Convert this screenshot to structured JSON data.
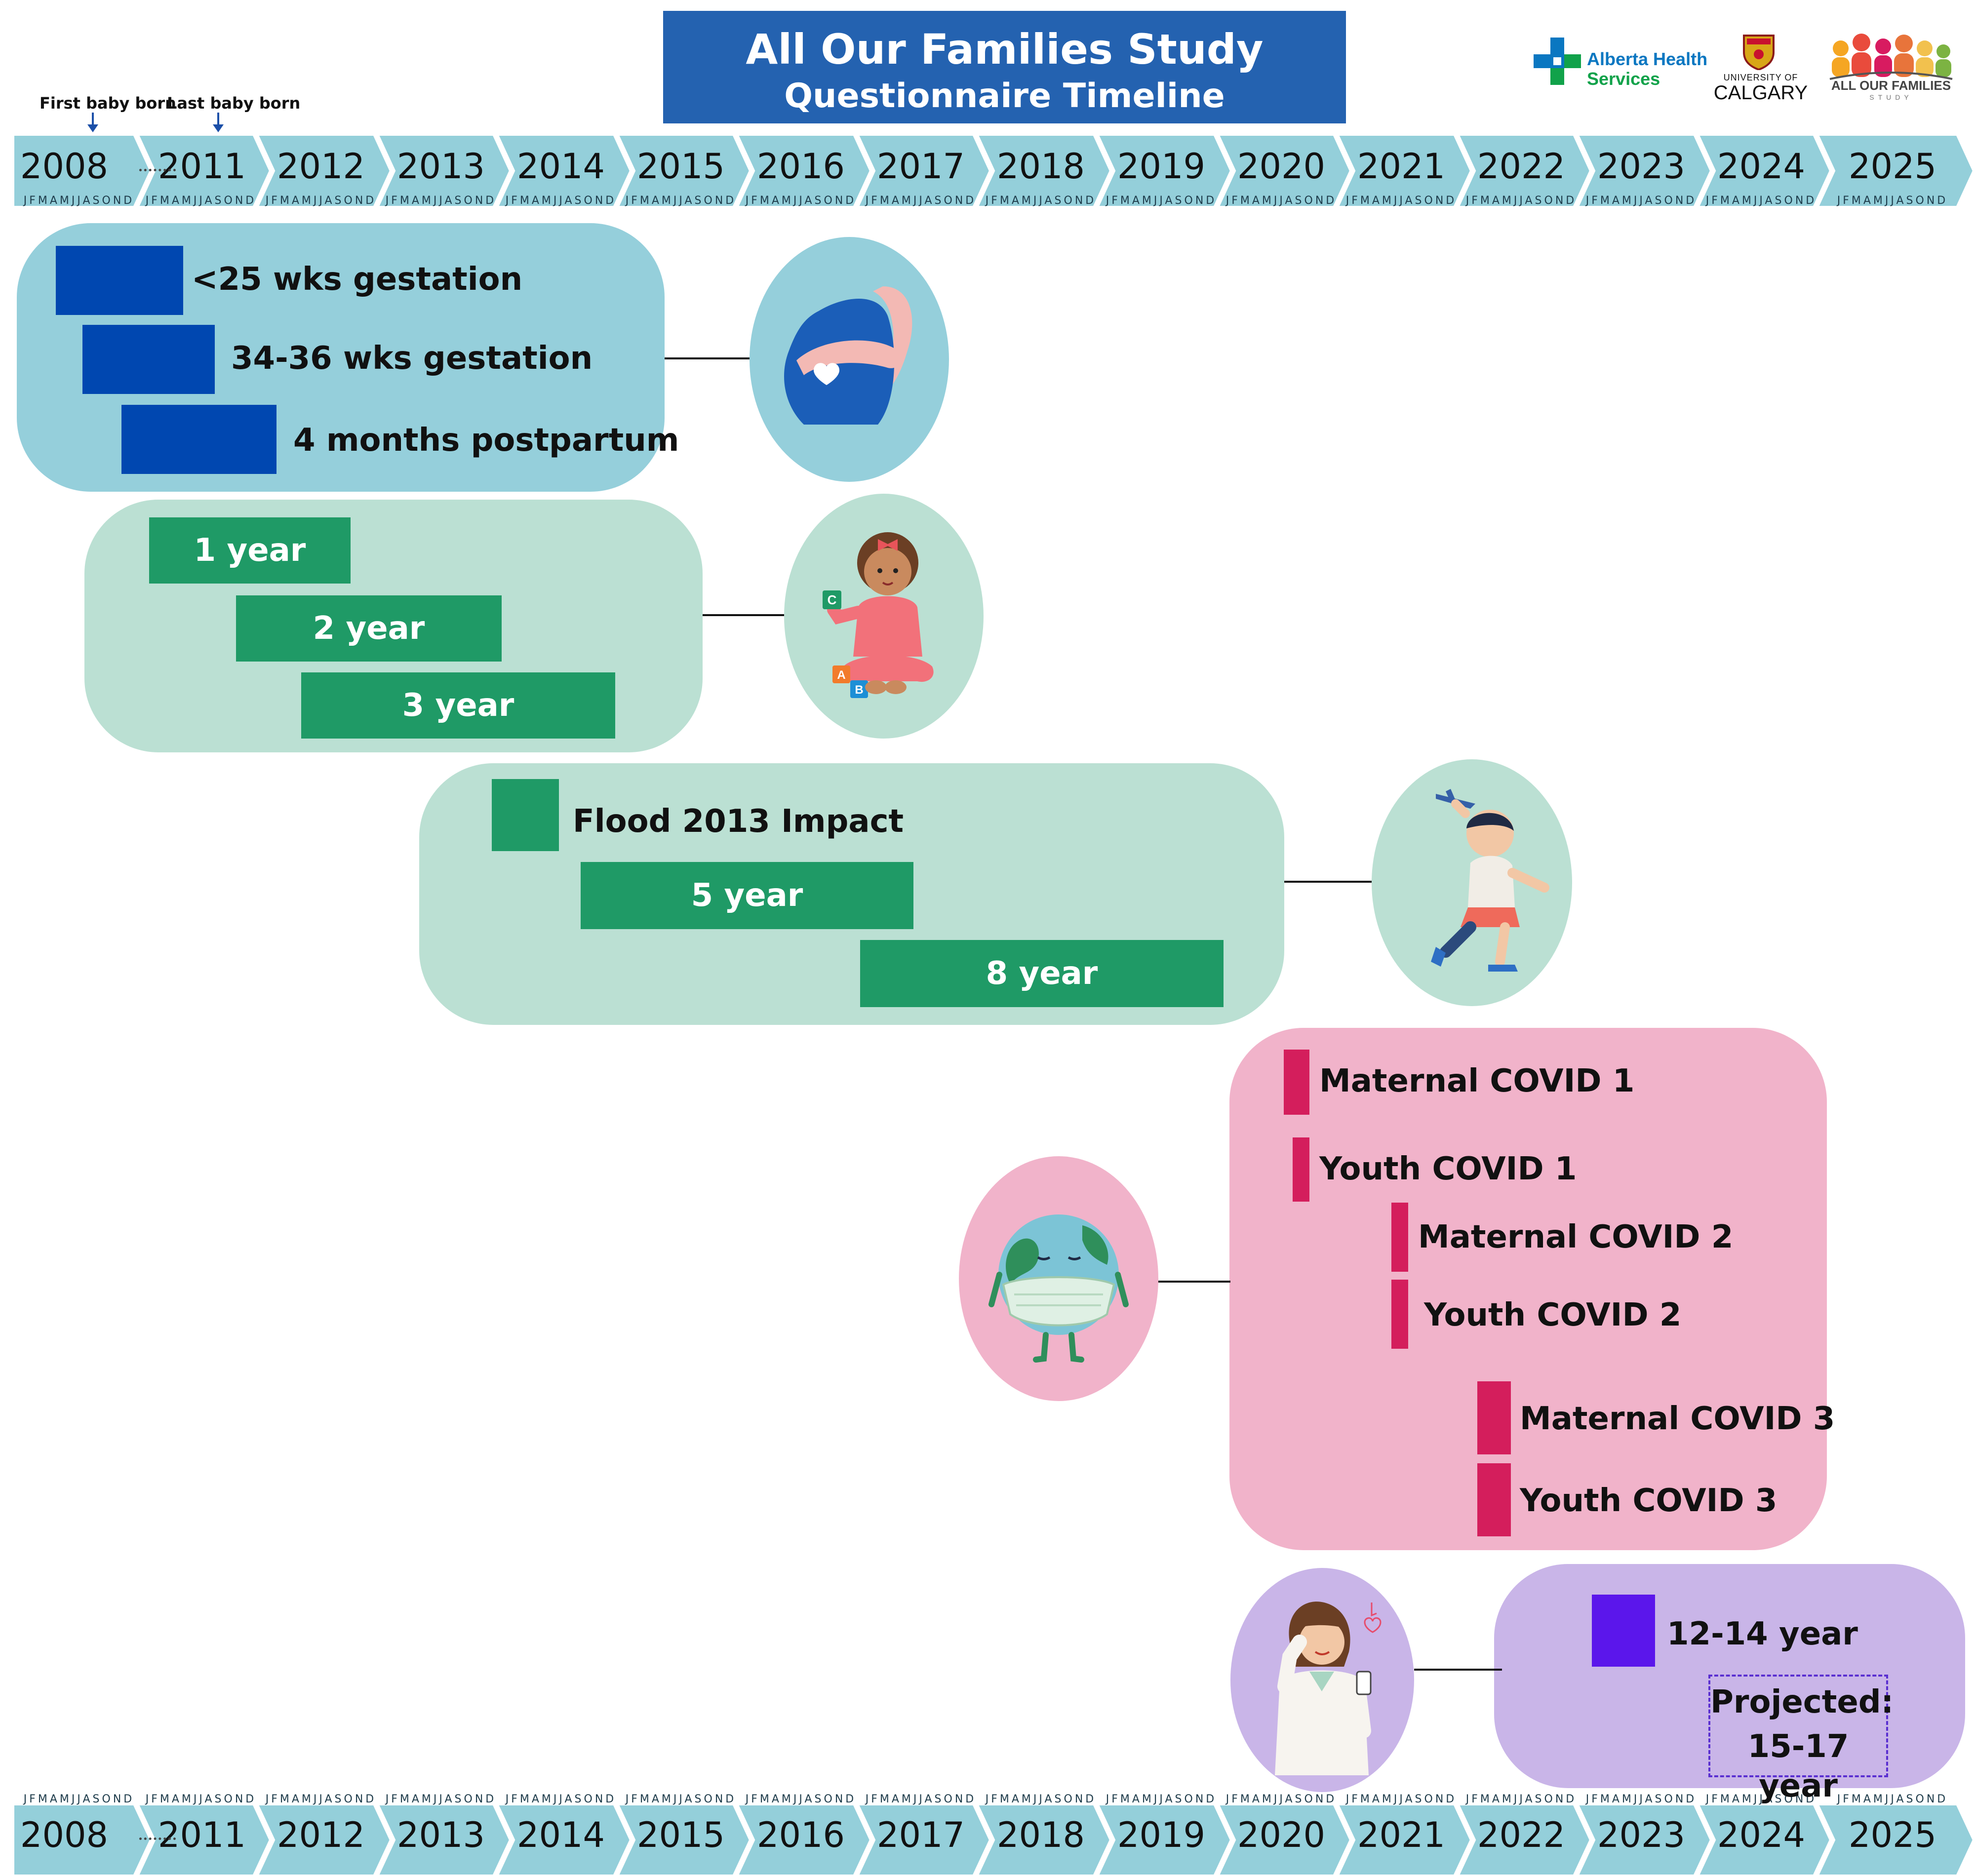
{
  "title": {
    "line1": "All Our Families Study",
    "line2": "Questionnaire Timeline"
  },
  "logos": {
    "ahs_line1": "Alberta Health",
    "ahs_line2": "Services",
    "uc_small": "UNIVERSITY OF",
    "uc_large": "CALGARY",
    "aof_large": "ALL OUR FAMILIES",
    "aof_small": "STUDY"
  },
  "annotations": {
    "first_baby": "First baby born",
    "last_baby": "Last baby born"
  },
  "timeline": {
    "years": [
      "2008",
      "2011",
      "2012",
      "2013",
      "2014",
      "2015",
      "2016",
      "2017",
      "2018",
      "2019",
      "2020",
      "2021",
      "2022",
      "2023",
      "2024",
      "2025"
    ],
    "months": "JFMAMJJASOND"
  },
  "colors": {
    "ribbon": "#94cfda",
    "title_bg": "#2462b0",
    "pregnancy_panel": "#95cfdb",
    "pregnancy_bar": "#0047b0",
    "child_panel": "#bbe0d3",
    "child_bar": "#1f9a66",
    "covid_panel": "#f1b3ca",
    "covid_bar": "#d41e5c",
    "teen_panel": "#c9b5e8",
    "teen_bar": "#5b16eb"
  },
  "groups": {
    "pregnancy": {
      "icon": "pregnant-belly-icon",
      "items": [
        "<25 wks gestation",
        "34-36 wks gestation",
        "4 months postpartum"
      ]
    },
    "early_childhood": {
      "icon": "toddler-blocks-icon",
      "items": [
        "1 year",
        "2 year",
        "3 year"
      ]
    },
    "childhood": {
      "icon": "child-airplane-icon",
      "items": [
        "Flood 2013 Impact",
        "5 year",
        "8 year"
      ]
    },
    "covid": {
      "icon": "masked-globe-icon",
      "items": [
        "Maternal COVID 1",
        "Youth COVID 1",
        "Maternal COVID 2",
        "Youth COVID 2",
        "Maternal COVID 3",
        "Youth COVID 3"
      ]
    },
    "adolescence": {
      "icon": "teen-phone-icon",
      "items": [
        "12-14 year"
      ],
      "projected_line1": "Projected:",
      "projected_line2": "15-17 year"
    }
  }
}
